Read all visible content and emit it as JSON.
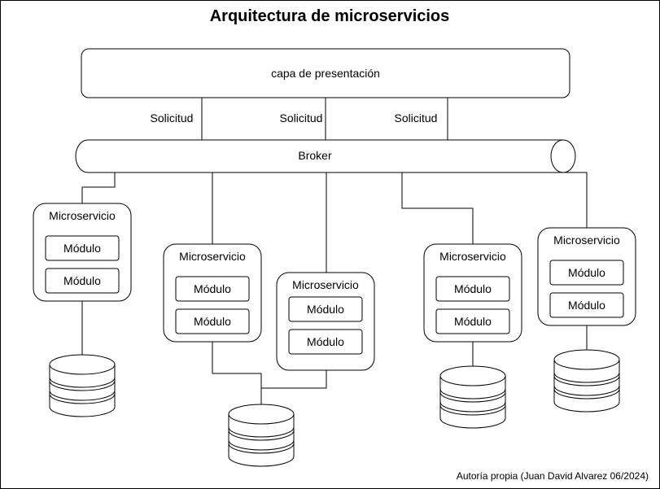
{
  "title": "Arquitectura de microservicios",
  "presentation_layer": "capa de presentación",
  "request_label": "Solicitud",
  "broker": "Broker",
  "microservice_label": "Microservicio",
  "module_label": "Módulo",
  "credit": "Autoría propia (Juan David Alvarez 06/2024)"
}
